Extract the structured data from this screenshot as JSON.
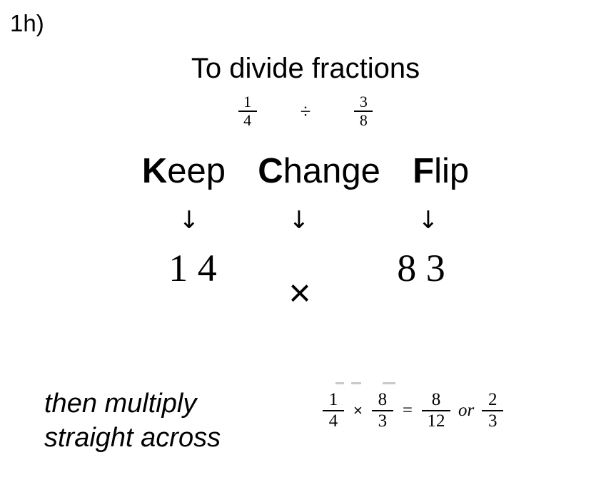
{
  "slide": {
    "problem_label": "1h)",
    "heading": "To divide fractions",
    "background_color": "#ffffff",
    "text_color": "#000000"
  },
  "divide_expression": {
    "left_fraction": {
      "numerator": "1",
      "denominator": "4"
    },
    "operator": "÷",
    "right_fraction": {
      "numerator": "3",
      "denominator": "8"
    }
  },
  "mnemonic": {
    "words": [
      {
        "capital": "K",
        "rest": "eep"
      },
      {
        "capital": "C",
        "rest": "hange"
      },
      {
        "capital": "F",
        "rest": "lip"
      }
    ],
    "arrows": [
      {
        "glyph": "↓",
        "points_to": "Keep"
      },
      {
        "glyph": "↓",
        "points_to": "Change"
      },
      {
        "glyph": "↓",
        "points_to": "Flip"
      }
    ]
  },
  "multiply_expression": {
    "left_fraction": {
      "numerator": "1",
      "denominator": "4"
    },
    "operator": "×",
    "right_fraction": {
      "numerator": "8",
      "denominator": "3"
    }
  },
  "note": {
    "line1": "then multiply",
    "line2": "straight across"
  },
  "result_equation": {
    "left_fraction": {
      "numerator": "1",
      "denominator": "4"
    },
    "times": "×",
    "right_fraction": {
      "numerator": "8",
      "denominator": "3"
    },
    "equals": "=",
    "product_fraction": {
      "numerator": "8",
      "denominator": "12"
    },
    "or_label": "or",
    "simplified_fraction": {
      "numerator": "2",
      "denominator": "3"
    }
  }
}
